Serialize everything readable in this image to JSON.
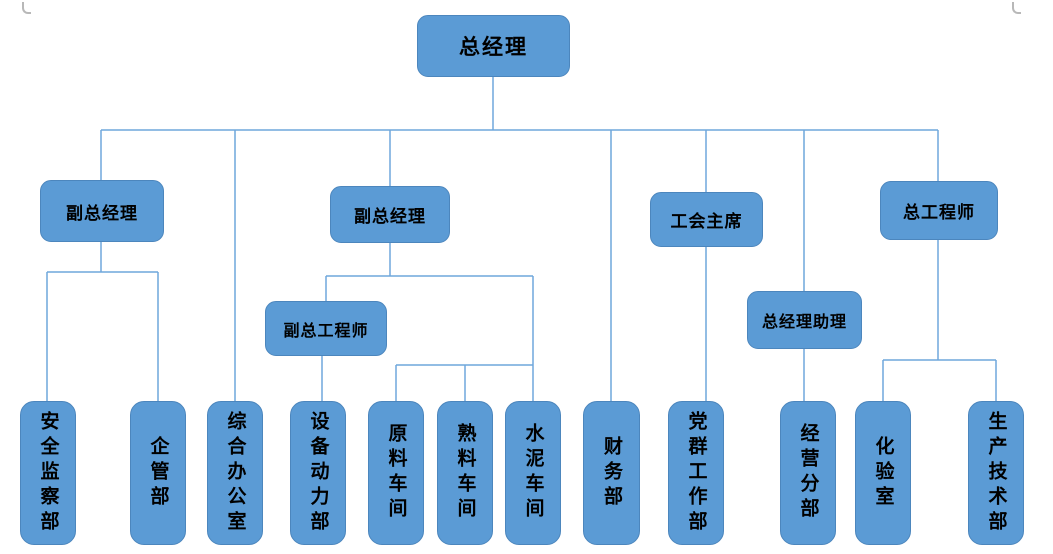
{
  "diagram_type": "org-chart",
  "nodes": {
    "gm": {
      "label": "总经理",
      "level": 1
    },
    "dgm1": {
      "label": "副总经理",
      "level": 2
    },
    "dgm2": {
      "label": "副总经理",
      "level": 2
    },
    "union_chair": {
      "label": "工会主席",
      "level": 2
    },
    "chief_engineer": {
      "label": "总工程师",
      "level": 2
    },
    "deputy_chief_engineer": {
      "label": "副总工程师",
      "level": 3
    },
    "gm_assistant": {
      "label": "总经理助理",
      "level": 3
    },
    "safety_dept": {
      "label": "安全监察部",
      "level": 4
    },
    "enterprise_dept": {
      "label": "企管部",
      "level": 4
    },
    "general_office": {
      "label": "综合办公室",
      "level": 4
    },
    "equipment_dept": {
      "label": "设备动力部",
      "level": 4
    },
    "raw_material_workshop": {
      "label": "原料车间",
      "level": 4
    },
    "clinker_workshop": {
      "label": "熟料车间",
      "level": 4
    },
    "cement_workshop": {
      "label": "水泥车间",
      "level": 4
    },
    "finance_dept": {
      "label": "财务部",
      "level": 4
    },
    "party_mass_dept": {
      "label": "党群工作部",
      "level": 4
    },
    "operations_branch": {
      "label": "经营分部",
      "level": 4
    },
    "laboratory": {
      "label": "化验室",
      "level": 4
    },
    "production_tech_dept": {
      "label": "生产技术部",
      "level": 4
    }
  },
  "edges": [
    [
      "gm",
      "dgm1"
    ],
    [
      "gm",
      "general_office"
    ],
    [
      "gm",
      "dgm2"
    ],
    [
      "gm",
      "finance_dept"
    ],
    [
      "gm",
      "union_chair"
    ],
    [
      "gm",
      "gm_assistant"
    ],
    [
      "gm",
      "chief_engineer"
    ],
    [
      "dgm1",
      "safety_dept"
    ],
    [
      "dgm1",
      "enterprise_dept"
    ],
    [
      "dgm2",
      "deputy_chief_engineer"
    ],
    [
      "dgm2",
      "raw_material_workshop"
    ],
    [
      "dgm2",
      "clinker_workshop"
    ],
    [
      "dgm2",
      "cement_workshop"
    ],
    [
      "deputy_chief_engineer",
      "equipment_dept"
    ],
    [
      "union_chair",
      "party_mass_dept"
    ],
    [
      "gm_assistant",
      "operations_branch"
    ],
    [
      "chief_engineer",
      "laboratory"
    ],
    [
      "chief_engineer",
      "production_tech_dept"
    ]
  ],
  "colors": {
    "box_fill": "#5B9BD5",
    "box_border": "#4C86BD",
    "connector": "#6FA7DC",
    "text": "#000000"
  }
}
